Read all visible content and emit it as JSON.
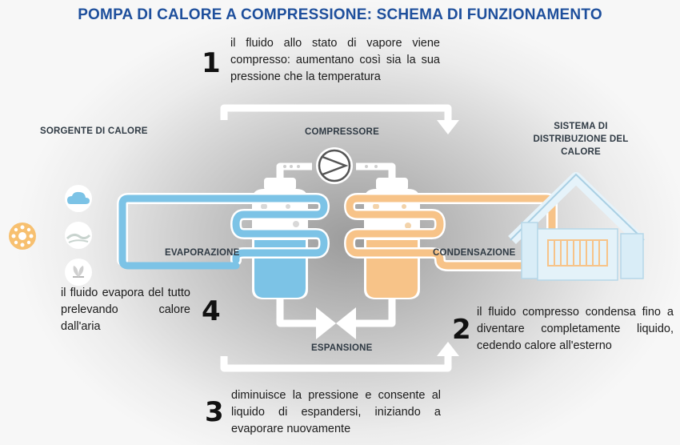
{
  "title": "POMPA DI CALORE A COMPRESSIONE: SCHEMA DI FUNZIONAMENTO",
  "labels": {
    "source": "SORGENTE DI CALORE",
    "distribution": "SISTEMA DI DISTRIBUZIONE DEL CALORE",
    "compressor": "COMPRESSORE",
    "evaporation": "EVAPORAZIONE",
    "condensation": "CONDENSAZIONE",
    "expansion": "ESPANSIONE"
  },
  "steps": [
    {
      "number": "1",
      "text": "il fluido allo stato di vapore viene compresso: aumentano così sia la sua pressione che la temperatura"
    },
    {
      "number": "2",
      "text": "il fluido compresso condensa fino a diventare completamente liquido, cedendo calore all'esterno"
    },
    {
      "number": "3",
      "text": "diminuisce la pressione e consente al liquido di espandersi, iniziando a evaporare nuovamente"
    },
    {
      "number": "4",
      "text": "il fluido evapora del tutto prelevando calore dall'aria"
    }
  ],
  "icons": [
    "sun-icon",
    "cloud-icon",
    "landscape-icon",
    "plant-icon",
    "house-icon",
    "compressor-icon",
    "expansion-valve-icon"
  ],
  "colors": {
    "title": "#1e4f9c",
    "cold_fluid": "#7cc3e6",
    "hot_fluid": "#f7c388",
    "house": "#d9edf7",
    "sun": "#f7c070"
  }
}
